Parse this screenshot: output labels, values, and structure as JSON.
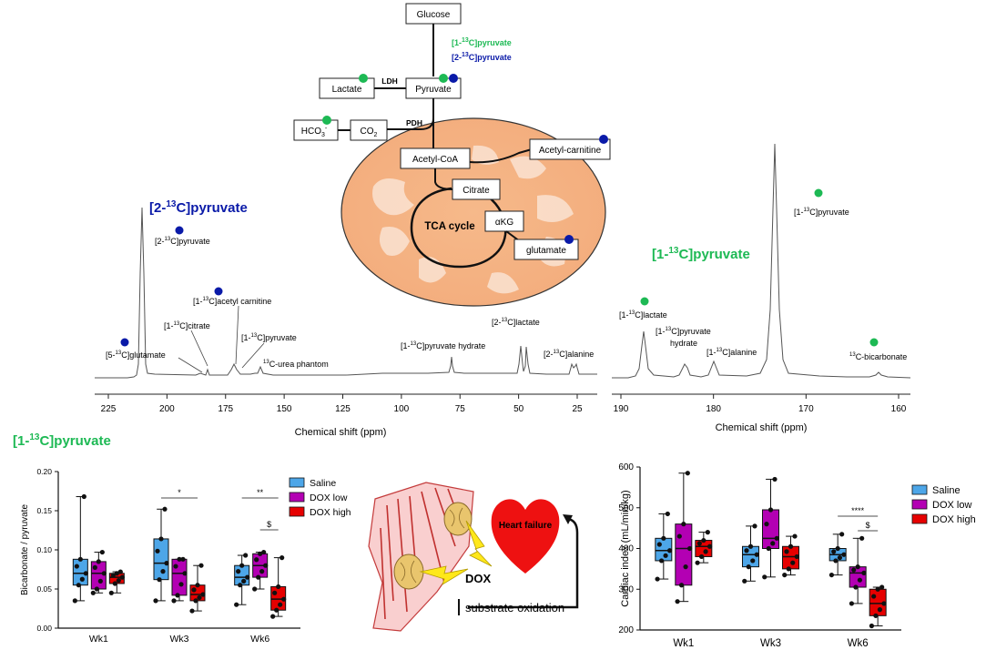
{
  "pathway": {
    "glucose": "Glucose",
    "pyr_label_1": "[1-13C]pyruvate",
    "pyr_label_2": "[2-13C]pyruvate",
    "lactate": "Lactate",
    "ldh": "LDH",
    "pyruvate": "Pyruvate",
    "hco3": "HCO3-",
    "co2": "CO2",
    "pdh": "PDH",
    "acetylcoa": "Acetyl-CoA",
    "acetylcarnitine": "Acetyl-carnitine",
    "citrate": "Citrate",
    "tca": "TCA cycle",
    "akg": "αKG",
    "glutamate": "glutamate"
  },
  "spectrum_left": {
    "title": "[2-13C]pyruvate",
    "peaks": [
      "[2-13C]pyruvate",
      "[1-13C]acetyl carnitine",
      "[1-13C]citrate",
      "[1-13C]pyruvate",
      "[5-13C]glutamate",
      "13C-urea phantom",
      "[1-13C]pyruvate hydrate",
      "[2-13C]lactate",
      "[2-13C]alanine"
    ],
    "ticks": [
      "225",
      "200",
      "175",
      "150",
      "125",
      "100",
      "75",
      "50",
      "25"
    ],
    "xlabel": "Chemical shift (ppm)"
  },
  "spectrum_right": {
    "title": "[1-13C]pyruvate",
    "peaks": [
      "[1-13C]pyruvate",
      "[1-13C]lactate",
      "[1-13C]pyruvate hydrate",
      "[1-13C]alanine",
      "13C-bicarbonate"
    ],
    "ticks": [
      "190",
      "180",
      "170",
      "160"
    ],
    "xlabel": "Chemical shift (ppm)"
  },
  "bottom_title": "[1-13C]pyruvate",
  "cartoon": {
    "heart_failure": "Heart failure",
    "dox": "DOX",
    "substrate": "substrate oxidation"
  },
  "colors": {
    "saline": "#4da6e8",
    "dox_low": "#b300b3",
    "dox_high": "#e60000",
    "green_marker": "#1db954",
    "blue_marker": "#0a1aa8"
  },
  "chart_data": [
    {
      "type": "box",
      "ylabel": "Bicarbonate / pyruvate",
      "ylim": [
        0,
        0.2
      ],
      "yticks": [
        "0.00",
        "0.05",
        "0.10",
        "0.15",
        "0.20"
      ],
      "categories": [
        "Wk1",
        "Wk3",
        "Wk6"
      ],
      "legend": [
        "Saline",
        "DOX low",
        "DOX high"
      ],
      "significance": [
        {
          "group": "Wk3",
          "label": "*"
        },
        {
          "group": "Wk6",
          "label": "**"
        },
        {
          "group": "Wk6",
          "label": "$"
        }
      ],
      "series": [
        {
          "name": "Saline",
          "groups": [
            {
              "min": 0.035,
              "q1": 0.055,
              "med": 0.07,
              "q3": 0.088,
              "max": 0.168
            },
            {
              "min": 0.035,
              "q1": 0.062,
              "med": 0.083,
              "q3": 0.114,
              "max": 0.152
            },
            {
              "min": 0.03,
              "q1": 0.055,
              "med": 0.065,
              "q3": 0.08,
              "max": 0.093
            }
          ]
        },
        {
          "name": "DOX low",
          "groups": [
            {
              "min": 0.045,
              "q1": 0.05,
              "med": 0.07,
              "q3": 0.085,
              "max": 0.097
            },
            {
              "min": 0.035,
              "q1": 0.042,
              "med": 0.07,
              "q3": 0.088,
              "max": 0.088
            },
            {
              "min": 0.05,
              "q1": 0.065,
              "med": 0.08,
              "q3": 0.095,
              "max": 0.097
            }
          ]
        },
        {
          "name": "DOX high",
          "groups": [
            {
              "min": 0.045,
              "q1": 0.057,
              "med": 0.065,
              "q3": 0.07,
              "max": 0.072
            },
            {
              "min": 0.022,
              "q1": 0.035,
              "med": 0.043,
              "q3": 0.055,
              "max": 0.08
            },
            {
              "min": 0.015,
              "q1": 0.023,
              "med": 0.037,
              "q3": 0.053,
              "max": 0.09
            }
          ]
        }
      ]
    },
    {
      "type": "box",
      "ylabel": "Cardiac index (mL/min/kg)",
      "ylim": [
        200,
        600
      ],
      "yticks": [
        "200",
        "300",
        "400",
        "500",
        "600"
      ],
      "categories": [
        "Wk1",
        "Wk3",
        "Wk6"
      ],
      "legend": [
        "Saline",
        "DOX low",
        "DOX high"
      ],
      "significance": [
        {
          "group": "Wk6",
          "label": "****"
        },
        {
          "group": "Wk6",
          "label": "$"
        }
      ],
      "series": [
        {
          "name": "Saline",
          "groups": [
            {
              "min": 325,
              "q1": 370,
              "med": 395,
              "q3": 425,
              "max": 485
            },
            {
              "min": 320,
              "q1": 355,
              "med": 385,
              "q3": 405,
              "max": 455
            },
            {
              "min": 335,
              "q1": 370,
              "med": 385,
              "q3": 400,
              "max": 435
            }
          ]
        },
        {
          "name": "DOX low",
          "groups": [
            {
              "min": 270,
              "q1": 310,
              "med": 400,
              "q3": 460,
              "max": 585
            },
            {
              "min": 330,
              "q1": 400,
              "med": 425,
              "q3": 495,
              "max": 570
            },
            {
              "min": 265,
              "q1": 305,
              "med": 340,
              "q3": 355,
              "max": 425
            }
          ]
        },
        {
          "name": "DOX high",
          "groups": [
            {
              "min": 365,
              "q1": 380,
              "med": 405,
              "q3": 420,
              "max": 440
            },
            {
              "min": 335,
              "q1": 350,
              "med": 380,
              "q3": 405,
              "max": 430
            },
            {
              "min": 210,
              "q1": 235,
              "med": 265,
              "q3": 300,
              "max": 305
            }
          ]
        }
      ]
    }
  ]
}
